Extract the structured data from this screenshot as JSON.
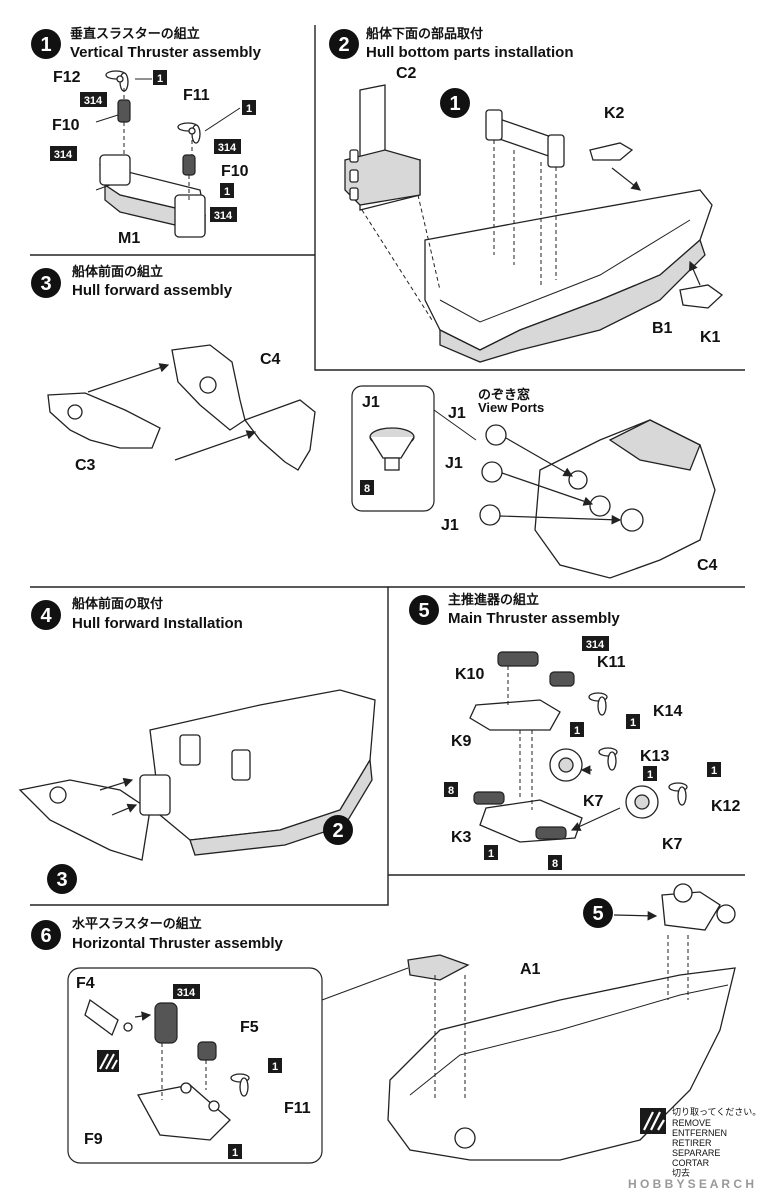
{
  "steps": [
    {
      "num": "1",
      "jp": "垂直スラスターの組立",
      "en": "Vertical Thruster assembly"
    },
    {
      "num": "2",
      "jp": "船体下面の部品取付",
      "en": "Hull bottom parts installation"
    },
    {
      "num": "3",
      "jp": "船体前面の組立",
      "en": "Hull forward assembly"
    },
    {
      "num": "4",
      "jp": "船体前面の取付",
      "en": "Hull forward Installation"
    },
    {
      "num": "5",
      "jp": "主推進器の組立",
      "en": "Main Thruster assembly"
    },
    {
      "num": "6",
      "jp": "水平スラスターの組立",
      "en": "Horizontal Thruster assembly"
    }
  ],
  "parts": {
    "s1": [
      "F12",
      "F10",
      "F11",
      "F10",
      "M1"
    ],
    "s2": [
      "C2",
      "K2",
      "B1",
      "K1"
    ],
    "s3": [
      "C4",
      "C3"
    ],
    "view": [
      "J1",
      "J1",
      "J1",
      "J1",
      "C4"
    ],
    "s5": [
      "K10",
      "K11",
      "K14",
      "K9",
      "K13",
      "K7",
      "K12",
      "K3",
      "K7"
    ],
    "s6": [
      "F4",
      "F5",
      "F11",
      "F9",
      "A1"
    ]
  },
  "view_ports": {
    "jp": "のぞき窓",
    "en": "View Ports"
  },
  "paint_codes": [
    "1",
    "314",
    "8"
  ],
  "step_refs": [
    "1",
    "3",
    "2",
    "5"
  ],
  "remove_note": {
    "jp": "切り取ってください。",
    "lines": [
      "REMOVE",
      "ENTFERNEN",
      "RETIRER",
      "SEPARARE",
      "CORTAR"
    ],
    "cn": "切去"
  },
  "watermark": "H O B B Y  S E A R C H",
  "colors": {
    "ink": "#111111",
    "paint_box": "#1a1a1a",
    "part_fill": "#ffffff",
    "shade": "#d8d8d8"
  }
}
